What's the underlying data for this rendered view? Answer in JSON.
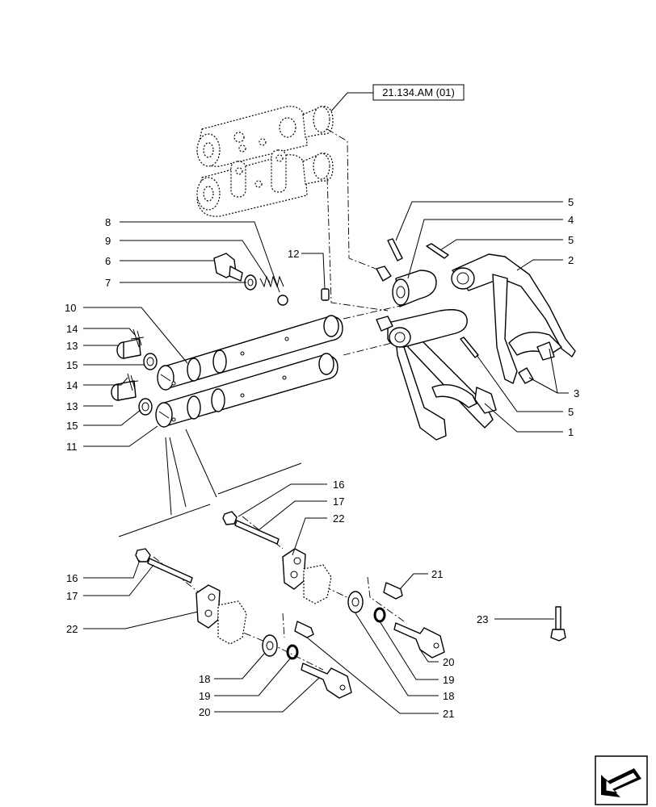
{
  "reference": {
    "label": "21.134.AM (01)"
  },
  "callouts": {
    "left": [
      "8",
      "9",
      "6",
      "7",
      "10",
      "14",
      "13",
      "15",
      "14",
      "13",
      "15",
      "11",
      "16",
      "17",
      "22",
      "18",
      "19",
      "20"
    ],
    "right": [
      "5",
      "4",
      "5",
      "2",
      "3",
      "5",
      "1",
      "16",
      "17",
      "22",
      "21",
      "20",
      "19",
      "18",
      "21",
      "23"
    ],
    "center": [
      "12"
    ]
  },
  "nav": {
    "icon": "next-page-arrow-icon"
  }
}
